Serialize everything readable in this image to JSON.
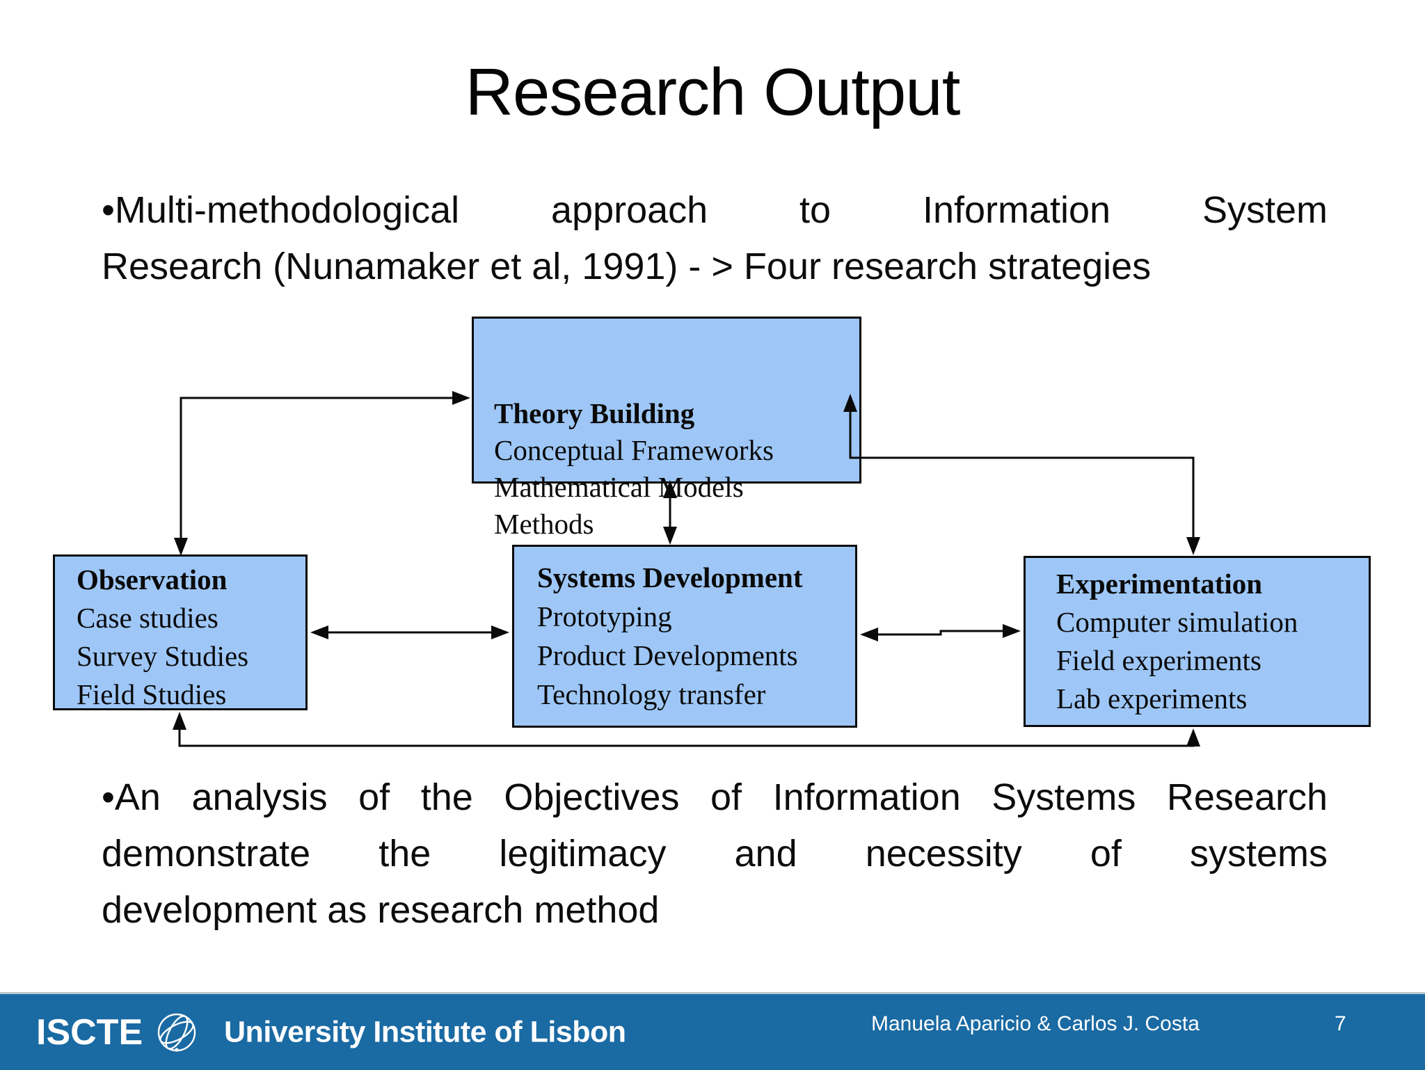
{
  "slide": {
    "title": "Research Output",
    "bullets": [
      {
        "lines": [
          "•Multi-methodological approach to Information System",
          "Research (Nunamaker et al, 1991) - > Four research strategies"
        ]
      },
      {
        "lines": [
          "•An analysis of the Objectives of Information Systems Research",
          "demonstrate the legitimacy and necessity of systems",
          "development as research method"
        ]
      }
    ]
  },
  "diagram": {
    "boxes": {
      "theory": {
        "title": "Theory Building",
        "items": [
          "Conceptual Frameworks",
          "Mathematical Models",
          "Methods"
        ]
      },
      "observation": {
        "title": "Observation",
        "items": [
          "Case studies",
          "Survey Studies",
          "Field Studies"
        ]
      },
      "systems": {
        "title": "Systems Development",
        "items": [
          "Prototyping",
          "Product Developments",
          "Technology transfer"
        ]
      },
      "experimentation": {
        "title": "Experimentation",
        "items": [
          "Computer simulation",
          "Field experiments",
          "Lab experiments"
        ]
      }
    }
  },
  "footer": {
    "logo_text": "ISCTE",
    "institution": "University Institute of Lisbon",
    "authors": "Manuela Aparicio & Carlos J. Costa",
    "page_number": "7"
  },
  "colors": {
    "box_fill": "#9ec7f7",
    "box_border": "#0a0a0a",
    "footer_bar": "#1a6aa3",
    "footer_text": "#ffffff"
  }
}
